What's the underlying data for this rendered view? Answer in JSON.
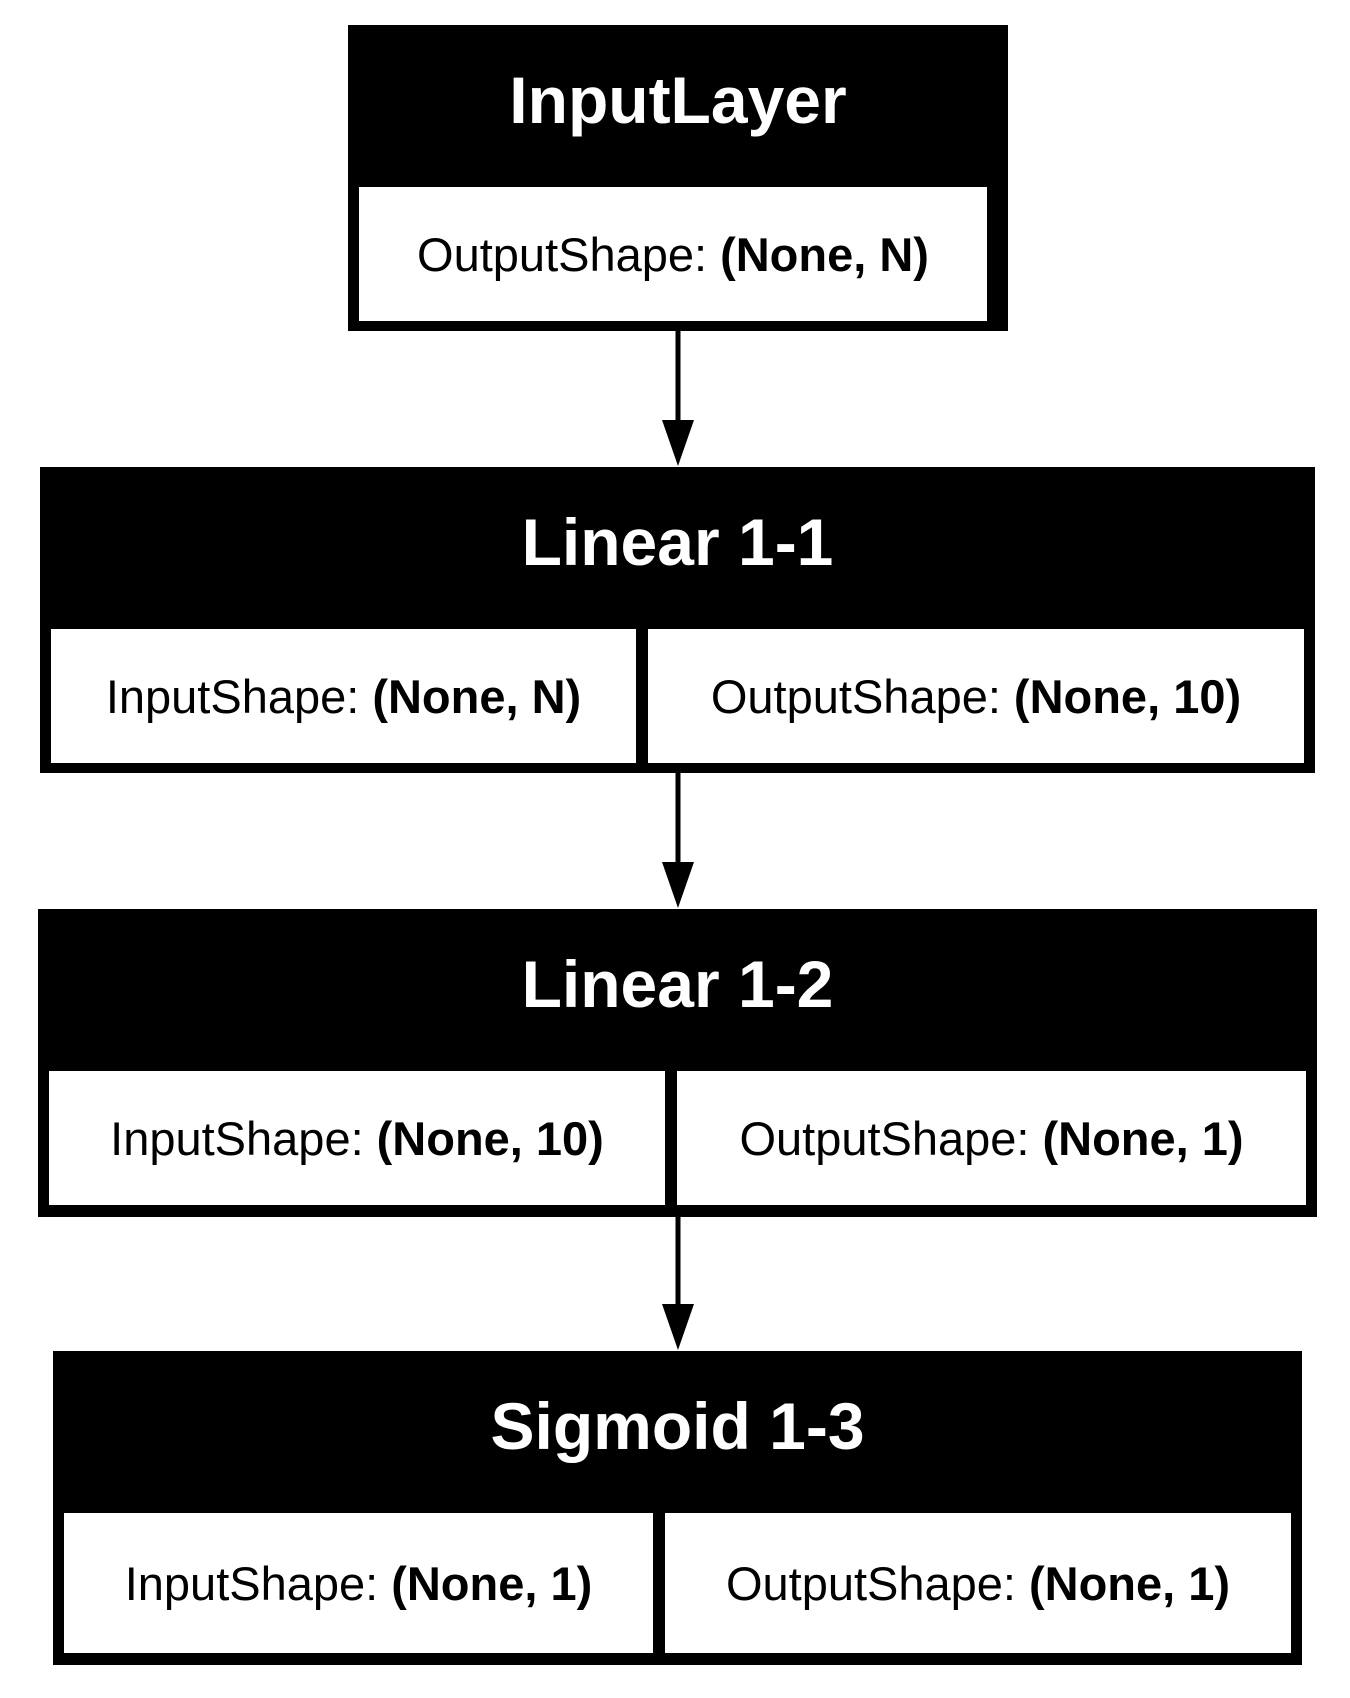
{
  "layers": [
    {
      "title": "InputLayer",
      "fields": [
        {
          "label": "OutputShape:",
          "value": "(None, N)"
        }
      ]
    },
    {
      "title": "Linear 1-1",
      "fields": [
        {
          "label": "InputShape:",
          "value": "(None, N)"
        },
        {
          "label": "OutputShape:",
          "value": "(None, 10)"
        }
      ]
    },
    {
      "title": "Linear 1-2",
      "fields": [
        {
          "label": "InputShape:",
          "value": "(None, 10)"
        },
        {
          "label": "OutputShape:",
          "value": "(None, 1)"
        }
      ]
    },
    {
      "title": "Sigmoid 1-3",
      "fields": [
        {
          "label": "InputShape:",
          "value": "(None, 1)"
        },
        {
          "label": "OutputShape:",
          "value": "(None, 1)"
        }
      ]
    }
  ],
  "colors": {
    "header": "#000000",
    "header_text": "#ffffff",
    "cell_background": "#ffffff",
    "arrow": "#000000"
  }
}
